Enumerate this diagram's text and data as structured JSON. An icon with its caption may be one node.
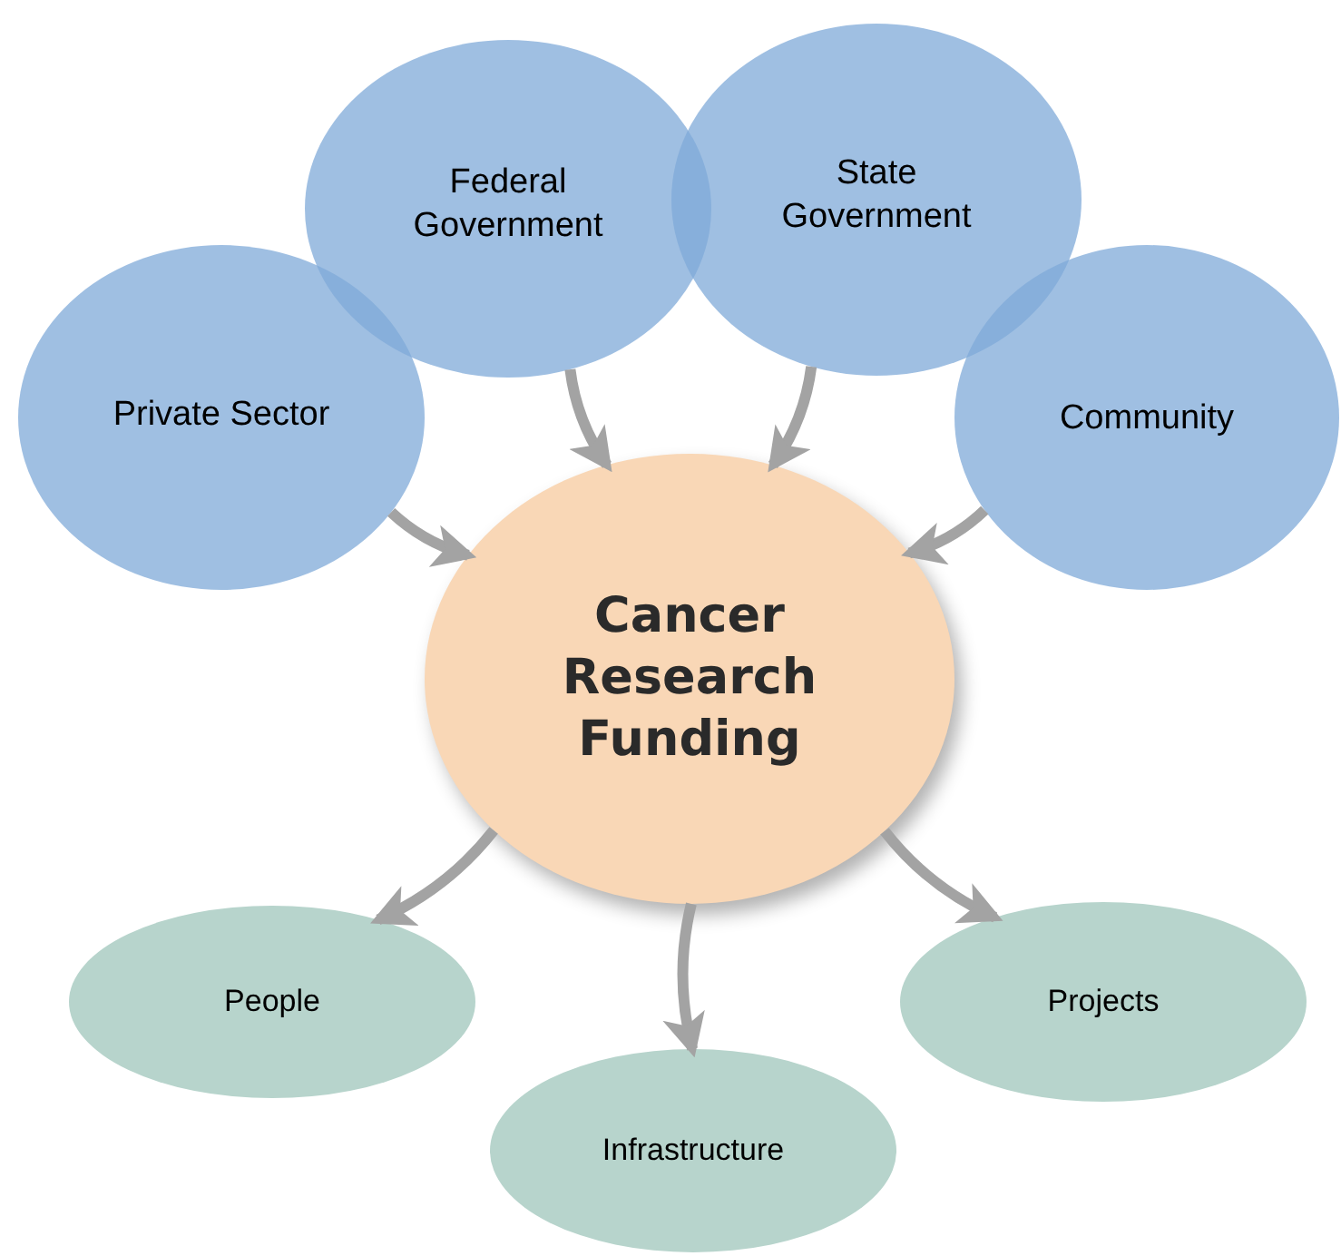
{
  "diagram": {
    "nodes": [
      {
        "text": [
          "Private Sector"
        ]
      },
      {
        "text": [
          "Federal Government"
        ]
      },
      {
        "text": [
          "State Government"
        ]
      },
      {
        "text": [
          "Community"
        ]
      },
      {
        "text": [
          "Cancer Research Funding"
        ]
      },
      {
        "text": [
          "People"
        ]
      },
      {
        "text": [
          "Infrastructure"
        ]
      },
      {
        "text": [
          "Projects"
        ]
      }
    ],
    "edges": [
      {
        "from": 0,
        "to": 4,
        "arrow": "to"
      },
      {
        "from": 1,
        "to": 4,
        "arrow": "to"
      },
      {
        "from": 2,
        "to": 4,
        "arrow": "to"
      },
      {
        "from": 3,
        "to": 4,
        "arrow": "to"
      },
      {
        "from": 4,
        "to": 5,
        "arrow": "to"
      },
      {
        "from": 4,
        "to": 6,
        "arrow": "to"
      },
      {
        "from": 4,
        "to": 7,
        "arrow": "to"
      }
    ]
  }
}
